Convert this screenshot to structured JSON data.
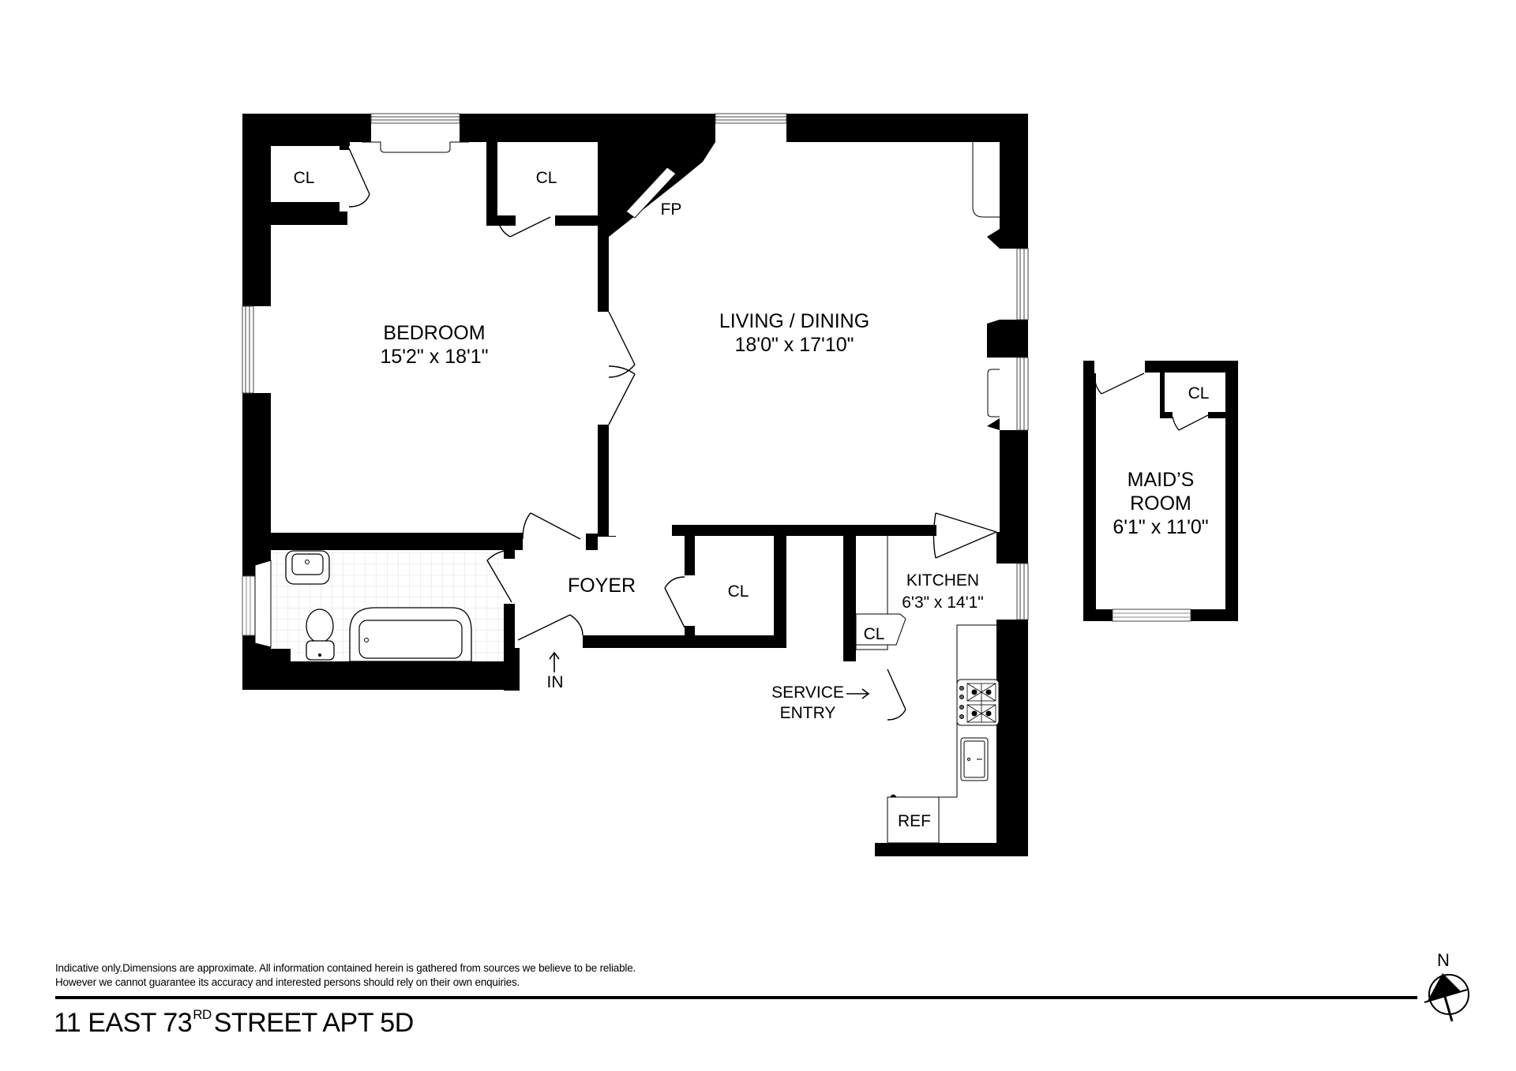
{
  "plan": {
    "rooms": {
      "bedroom": {
        "name": "BEDROOM",
        "dims": "15'2\" x 18'1\""
      },
      "living": {
        "name": "LIVING / DINING",
        "dims": "18'0\" x 17'10\""
      },
      "foyer": {
        "name": "FOYER"
      },
      "kitchen": {
        "name": "KITCHEN",
        "dims": "6'3\" x 14'1\""
      },
      "maids": {
        "name_line1": "MAID’S",
        "name_line2": "ROOM",
        "dims": "6'1\" x 11'0\""
      }
    },
    "labels": {
      "closet": "CL",
      "fireplace": "FP",
      "refrigerator": "REF",
      "entry": "IN",
      "service_line1": "SERVICE",
      "service_line2": "ENTRY"
    },
    "colors": {
      "wall": "#000000",
      "floor": "#ffffff",
      "tile_grid": "#d9d9d9"
    }
  },
  "footer": {
    "disclaimer_line1": "Indicative only.Dimensions are approximate. All information contained herein is gathered from sources we believe to be reliable.",
    "disclaimer_line2": "However we cannot guarantee its accuracy and interested persons should rely on their own enquiries.",
    "address_pre": "11 EAST 73",
    "address_sup": "RD",
    "address_post": "STREET APT 5D",
    "north": "N"
  }
}
